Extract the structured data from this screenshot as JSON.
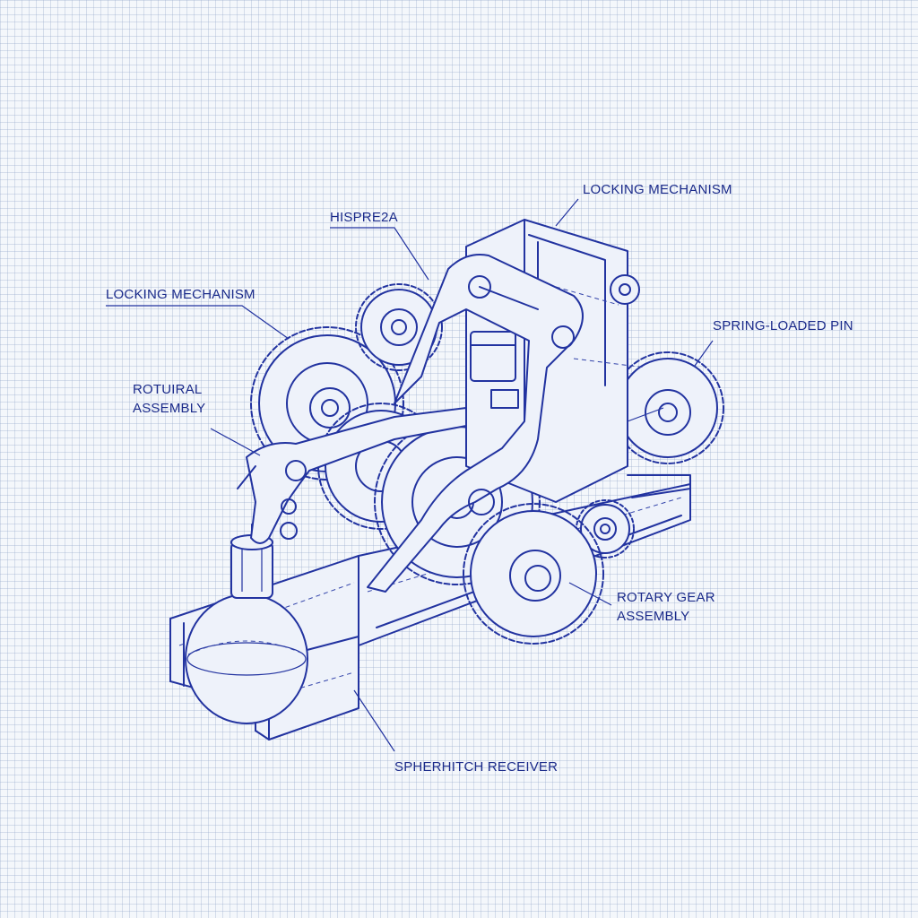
{
  "colors": {
    "paper": "#f4f7fb",
    "grid": "#a0b0d0",
    "ink": "#2233a0",
    "label": "#1a2a8a"
  },
  "labels": {
    "locking_top": "LOCKING MECHANISM",
    "hispre": "HISPRE2A",
    "locking_left": "LOCKING MECHANISM",
    "spring_pin": "SPRING-LOADED PIN",
    "rotuiral_line1": "ROTUIRAL",
    "rotuiral_line2": "ASSEMBLY",
    "rotary_line1": "ROTARY GEAR",
    "rotary_line2": "ASSEMBLY",
    "receiver": "SPHERHITCH RECEIVER"
  }
}
